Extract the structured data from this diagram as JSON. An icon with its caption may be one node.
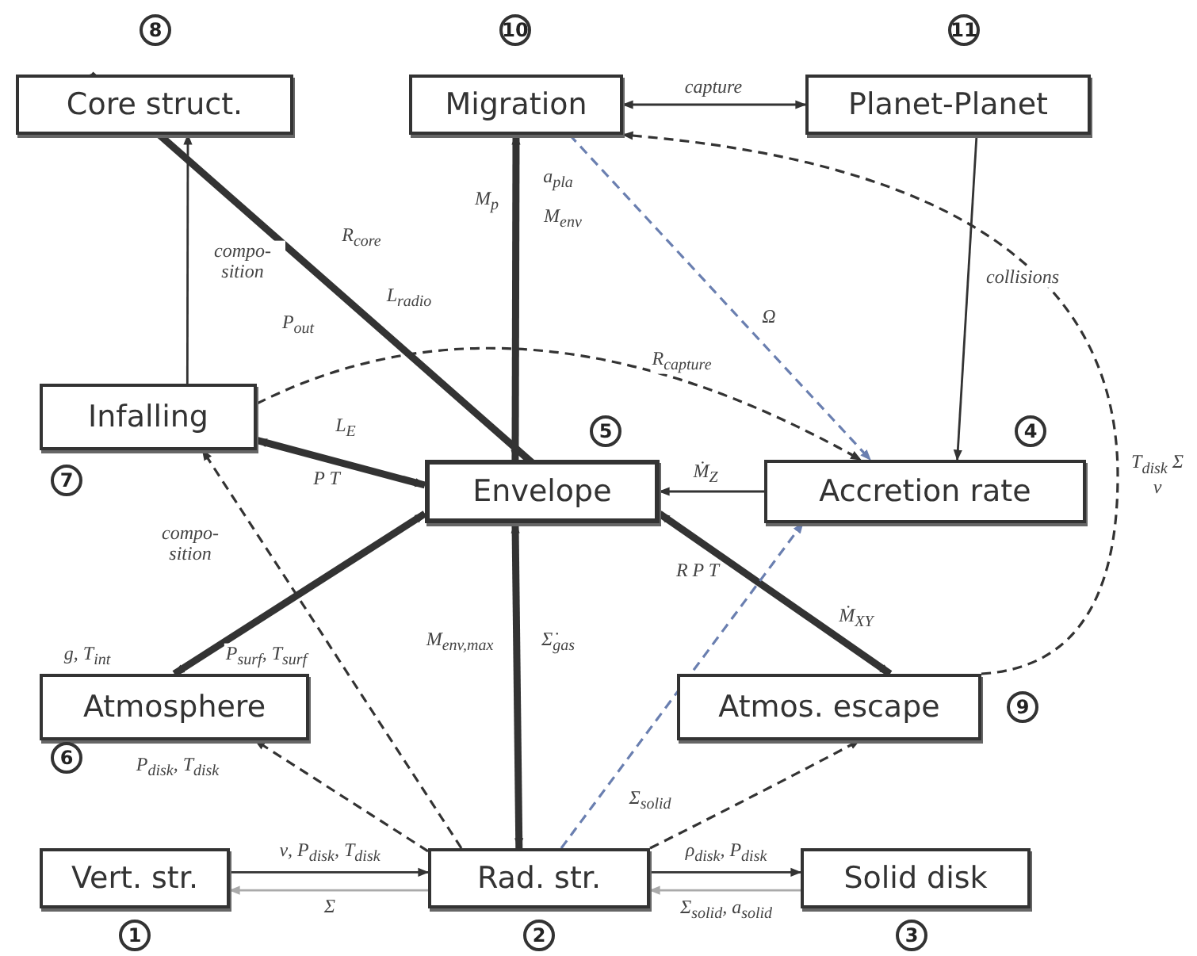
{
  "diagram": {
    "nodes": [
      {
        "text": [
          "Core struct."
        ],
        "beside": [
          "8"
        ]
      },
      {
        "text": [
          "Migration"
        ],
        "beside": [
          "10"
        ]
      },
      {
        "text": [
          "Planet-Planet"
        ],
        "beside": [
          "11"
        ]
      },
      {
        "text": [
          "Infalling"
        ],
        "beside": [
          "7"
        ]
      },
      {
        "text": [
          "Envelope"
        ],
        "beside": [
          "5"
        ]
      },
      {
        "text": [
          "Accretion rate"
        ],
        "beside": [
          "4"
        ]
      },
      {
        "text": [
          "Atmosphere"
        ],
        "beside": [
          "6"
        ]
      },
      {
        "text": [
          "Atmos. escape"
        ],
        "beside": [
          "9"
        ]
      },
      {
        "text": [
          "Vert. str."
        ],
        "beside": [
          "1"
        ]
      },
      {
        "text": [
          "Rad. str."
        ],
        "beside": [
          "2"
        ]
      },
      {
        "text": [
          "Solid disk"
        ],
        "beside": [
          "3"
        ]
      }
    ],
    "edges": [
      {
        "from": 3,
        "to": 0,
        "arrow": "to",
        "label": "compo- sition"
      },
      {
        "from": 0,
        "to": 4,
        "arrow": "both",
        "label": "R$_{core}$",
        "style": "thick"
      },
      {
        "from": 1,
        "to": 4,
        "arrow": "both",
        "label": "M$_{p}$",
        "style": "thick"
      },
      {
        "from": 1,
        "to": 5,
        "arrow": "to",
        "label": "Ω",
        "style": "dashed",
        "color": "#6a7fb0"
      },
      {
        "from": 1,
        "to": 2,
        "arrow": "both",
        "label": "capture"
      },
      {
        "from": 2,
        "to": 5,
        "arrow": "to",
        "label": "collisions"
      },
      {
        "from": 7,
        "to": 1,
        "arrow": "to",
        "label": "T$_{disk}$ Σ ν",
        "style": "dashed"
      },
      {
        "from": 3,
        "to": 5,
        "arrow": "to",
        "label": "R$_{capture}$",
        "style": "dashed"
      },
      {
        "from": 3,
        "to": 4,
        "arrow": "both",
        "label": "L$_{E}$",
        "style": "thick"
      },
      {
        "from": 4,
        "to": 6,
        "arrow": "both",
        "label": "g, T$_{int}$",
        "style": "thick"
      },
      {
        "from": 9,
        "to": 3,
        "arrow": "to",
        "label": "compo- sition",
        "style": "dashed"
      },
      {
        "from": 5,
        "to": 4,
        "arrow": "to",
        "label": "Ṁ$_{Z}$"
      },
      {
        "from": 4,
        "to": 7,
        "arrow": "both",
        "label": "R P T",
        "style": "thick"
      },
      {
        "from": 9,
        "to": 4,
        "arrow": "both",
        "label": "M$_{env,max}$",
        "style": "thick"
      },
      {
        "from": 9,
        "to": 6,
        "arrow": "to",
        "label": "P$_{disk}$, T$_{disk}$",
        "style": "dashed"
      },
      {
        "from": 9,
        "to": 5,
        "arrow": "to",
        "label": "Σ$_{solid}$",
        "style": "dashed",
        "color": "#6a7fb0"
      },
      {
        "from": 8,
        "to": 9,
        "arrow": "to",
        "label": "ν, P$_{disk}$, T$_{disk}$"
      },
      {
        "from": 9,
        "to": 8,
        "arrow": "to",
        "label": "Σ",
        "color": "#aaaaaa"
      },
      {
        "from": 9,
        "to": 10,
        "arrow": "to",
        "label": "ρ$_{disk}$, P$_{disk}$"
      },
      {
        "from": 10,
        "to": 9,
        "arrow": "to",
        "label": "Σ$_{solid}$, a$_{solid}$",
        "color": "#aaaaaa"
      },
      {
        "from": 9,
        "to": 7,
        "arrow": "to",
        "style": "dashed"
      }
    ],
    "labels": [
      "L$_{radio}$",
      "P$_{out}$",
      "a$_{pla}$",
      "M$_{env}$",
      "P T",
      "P$_{surf}$, T$_{surf}$",
      "Ṁ$_{XY}$",
      "Σ̇$_{gas}$"
    ]
  }
}
